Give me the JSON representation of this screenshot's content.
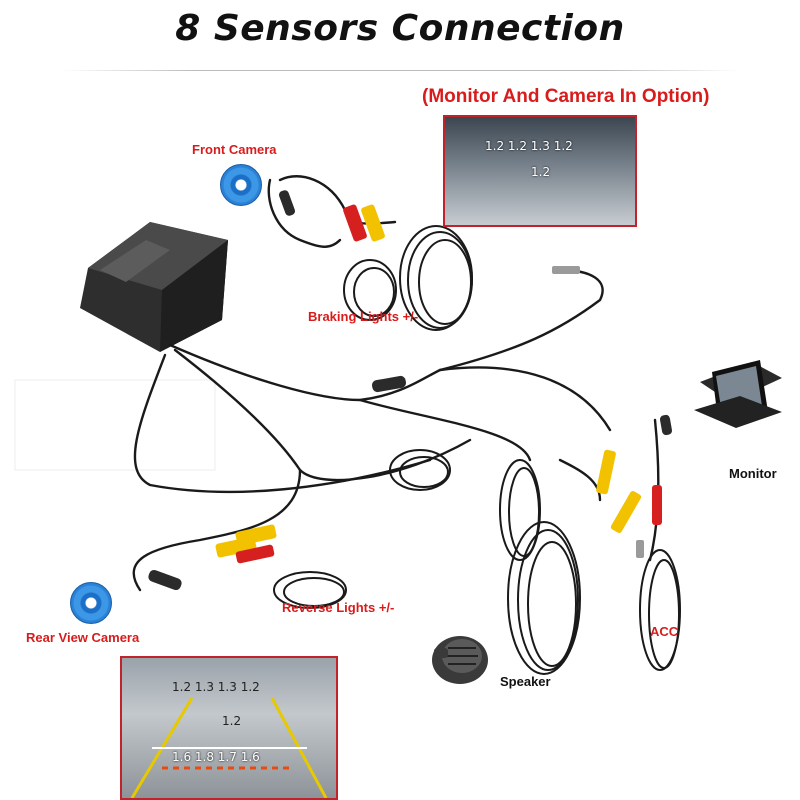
{
  "title": "8 Sensors Connection",
  "option_note": "(Monitor And Camera In Option)",
  "labels": {
    "front_camera": "Front Camera",
    "braking_lights": "Braking Lights +/-",
    "monitor": "Monitor",
    "reverse_lights": "Reverse Lights +/-",
    "rear_view_camera": "Rear View Camera",
    "acc": "ACC",
    "speaker": "Speaker"
  },
  "front_view_distances": {
    "row1": "1.2   1.2   1.3   1.2",
    "row2": "1.2"
  },
  "rear_view_distances": {
    "row1": "1.2   1.3   1.3   1.2",
    "row2": "1.2",
    "row3": "1.6   1.8   1.7   1.6"
  },
  "colors": {
    "label_red": "#d81c1c",
    "photo_border": "#c0232a",
    "camera_blue": "#2a81d6",
    "rca_yellow": "#f2c200",
    "rca_red": "#d62020"
  }
}
